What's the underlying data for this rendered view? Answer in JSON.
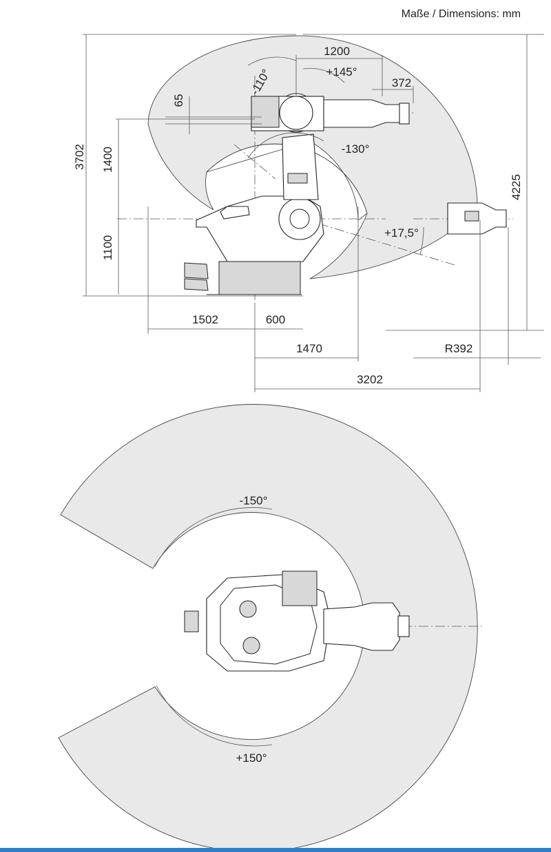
{
  "title": "Maße / Dimensions: mm",
  "side_view": {
    "dims": {
      "h_total": "3702",
      "h_upper": "1400",
      "h_lower": "1100",
      "offset_65": "65",
      "arm_len": "1200",
      "wrist_len": "372",
      "rear_reach": "1502",
      "base_offset": "600",
      "reach_1470": "1470",
      "reach_3202": "3202",
      "radius": "R392",
      "h_reach": "4225"
    },
    "angles": {
      "a1": "-110°",
      "a2": "+145°",
      "a3": "-130°",
      "a4": "+17,5°"
    }
  },
  "top_view": {
    "angles": {
      "neg": "-150°",
      "pos": "+150°"
    }
  },
  "colors": {
    "envelope": "#e9e9e9",
    "accent_bar": "#2d7fc9"
  }
}
